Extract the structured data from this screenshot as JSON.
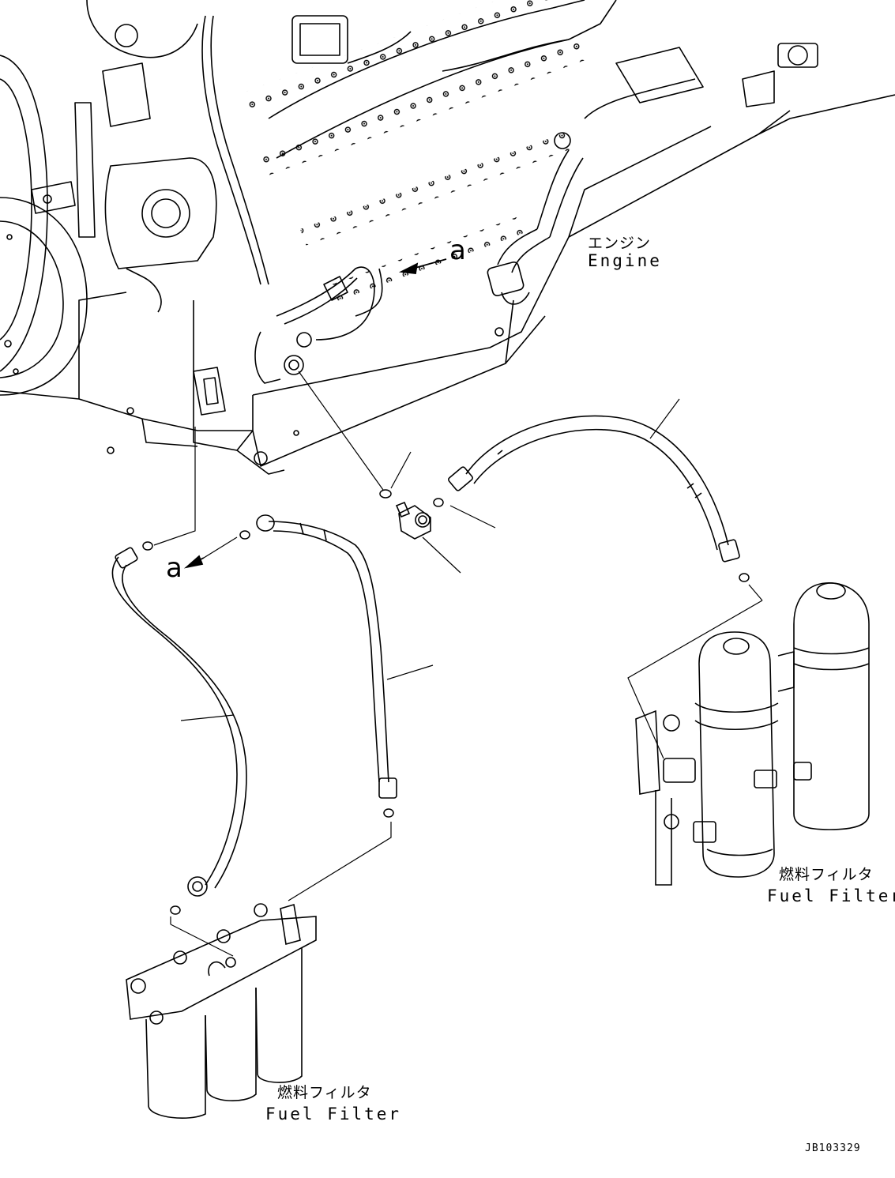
{
  "labels": {
    "engine_jp": "エンジン",
    "engine_en": "Engine",
    "fuel_filter_right_jp": "燃料フィルタ",
    "fuel_filter_right_en": "Fuel Filter",
    "fuel_filter_bottom_jp": "燃料フィルタ",
    "fuel_filter_bottom_en": "Fuel Filter",
    "view_a_top": "a",
    "view_a_left": "a",
    "drawing_code": "JB103329"
  }
}
